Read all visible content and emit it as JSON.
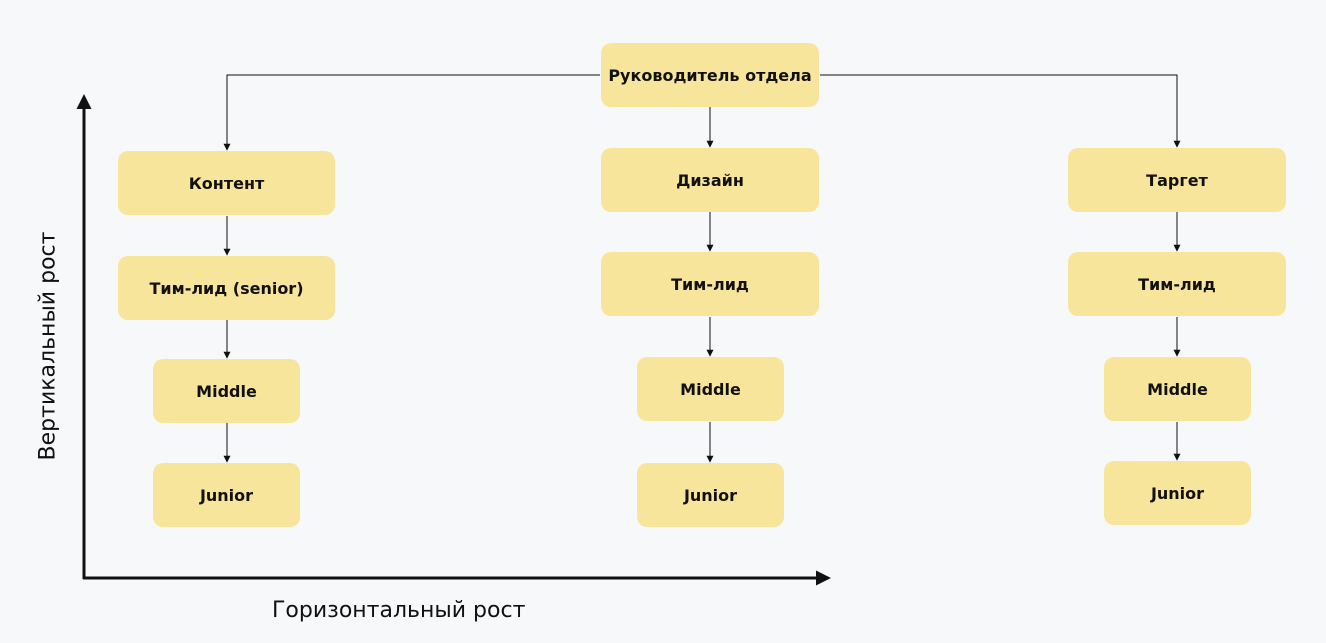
{
  "nodes": {
    "head": "Руководитель отдела",
    "content": "Контент",
    "content_lead": "Тим-лид (senior)",
    "content_middle": "Middle",
    "content_junior": "Junior",
    "design": "Дизайн",
    "design_lead": "Тим-лид",
    "design_middle": "Middle",
    "design_junior": "Junior",
    "target": "Таргет",
    "target_lead": "Тим-лид",
    "target_middle": "Middle",
    "target_junior": "Junior"
  },
  "axes": {
    "x_label": "Горизонтальный рост",
    "y_label": "Вертикальный рост"
  },
  "colors": {
    "node_fill": "#f8e59c",
    "background": "#f7f8fa",
    "line": "#111111"
  }
}
